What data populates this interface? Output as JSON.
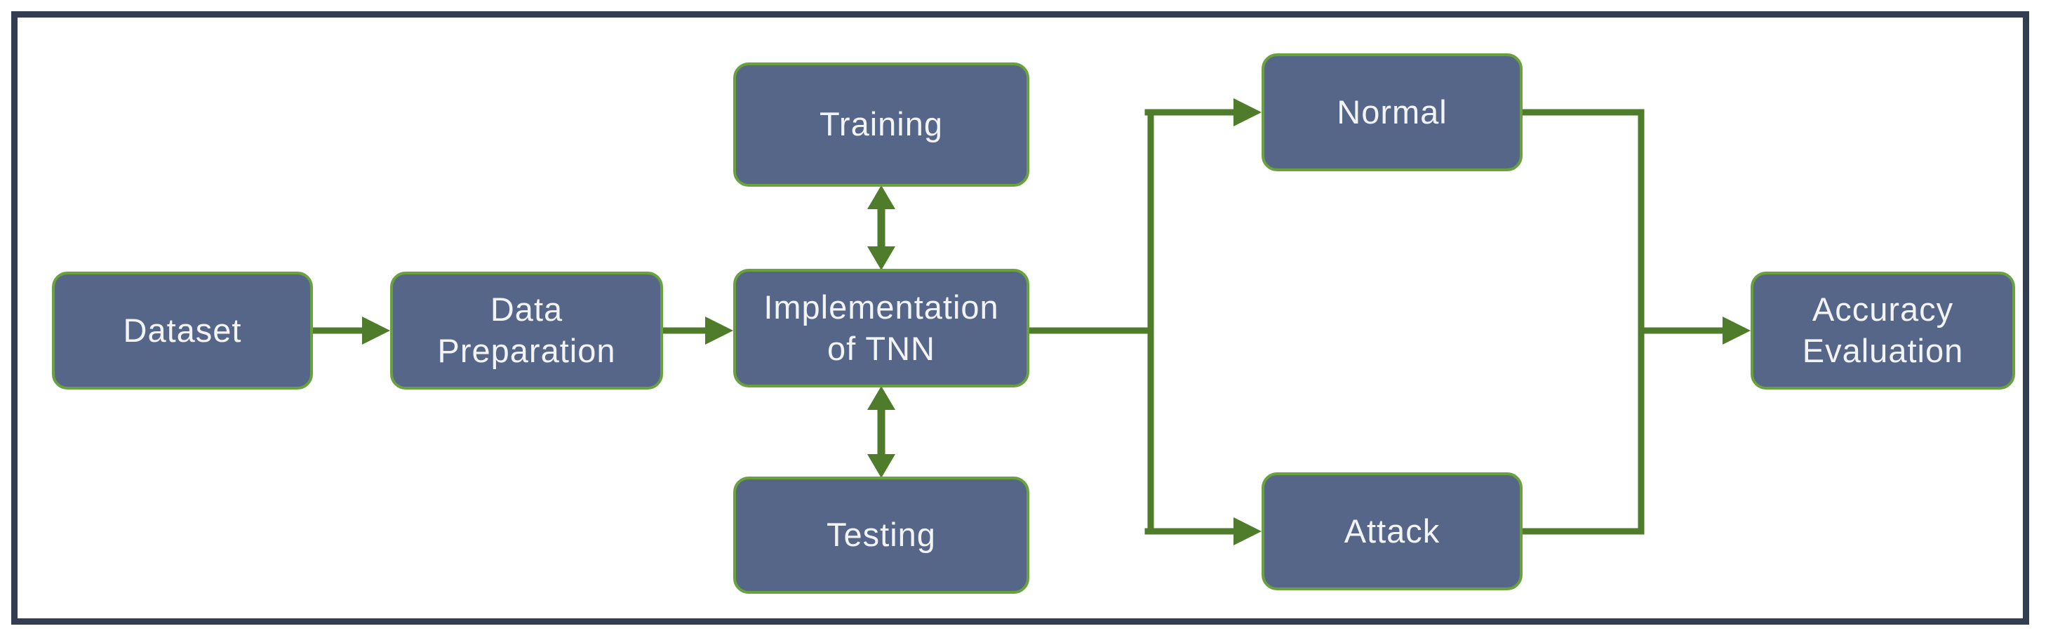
{
  "diagram": {
    "type": "flowchart",
    "title": "TNN workflow diagram",
    "nodes": {
      "dataset": {
        "label": "Dataset"
      },
      "data_preparation": {
        "label": "Data\nPreparation"
      },
      "training": {
        "label": "Training"
      },
      "implementation": {
        "label": "Implementation\nof TNN"
      },
      "testing": {
        "label": "Testing"
      },
      "normal": {
        "label": "Normal"
      },
      "attack": {
        "label": "Attack"
      },
      "accuracy": {
        "label": "Accuracy\nEvaluation"
      }
    },
    "edges": [
      {
        "from": "dataset",
        "to": "data_preparation",
        "type": "arrow"
      },
      {
        "from": "data_preparation",
        "to": "implementation",
        "type": "arrow"
      },
      {
        "from": "implementation",
        "to": "training",
        "type": "double-arrow"
      },
      {
        "from": "implementation",
        "to": "testing",
        "type": "double-arrow"
      },
      {
        "from": "implementation",
        "to": "normal",
        "type": "arrow"
      },
      {
        "from": "implementation",
        "to": "attack",
        "type": "arrow"
      },
      {
        "from": "normal",
        "to": "accuracy",
        "type": "arrow"
      },
      {
        "from": "attack",
        "to": "accuracy",
        "type": "arrow"
      }
    ]
  },
  "colors": {
    "frame": "#323d52",
    "node_fill": "#556688",
    "node_border": "#69a23c",
    "connector": "#4e7c2b",
    "text": "#f2f3f5",
    "background": "#ffffff"
  }
}
